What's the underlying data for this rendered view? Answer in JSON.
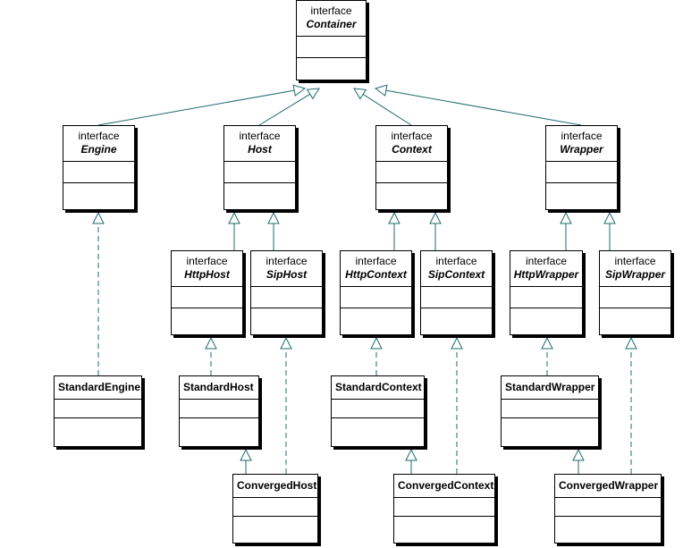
{
  "colors": {
    "line": "#1f6b6b",
    "border": "#000000",
    "fill": "#ffffff"
  },
  "classes": {
    "container": {
      "stereotype": "interface",
      "name": "Container"
    },
    "engine": {
      "stereotype": "interface",
      "name": "Engine"
    },
    "host": {
      "stereotype": "interface",
      "name": "Host"
    },
    "context": {
      "stereotype": "interface",
      "name": "Context"
    },
    "wrapper": {
      "stereotype": "interface",
      "name": "Wrapper"
    },
    "http_host": {
      "stereotype": "interface",
      "name": "HttpHost"
    },
    "sip_host": {
      "stereotype": "interface",
      "name": "SipHost"
    },
    "http_context": {
      "stereotype": "interface",
      "name": "HttpContext"
    },
    "sip_context": {
      "stereotype": "interface",
      "name": "SipContext"
    },
    "http_wrapper": {
      "stereotype": "interface",
      "name": "HttpWrapper"
    },
    "sip_wrapper": {
      "stereotype": "interface",
      "name": "SipWrapper"
    },
    "standard_engine": {
      "name": "StandardEngine"
    },
    "standard_host": {
      "name": "StandardHost"
    },
    "standard_context": {
      "name": "StandardContext"
    },
    "standard_wrapper": {
      "name": "StandardWrapper"
    },
    "converged_host": {
      "name": "ConvergedHost"
    },
    "converged_context": {
      "name": "ConvergedContext"
    },
    "converged_wrapper": {
      "name": "ConvergedWrapper"
    }
  },
  "relations": [
    {
      "from": "engine",
      "to": "container",
      "kind": "generalization"
    },
    {
      "from": "host",
      "to": "container",
      "kind": "generalization"
    },
    {
      "from": "context",
      "to": "container",
      "kind": "generalization"
    },
    {
      "from": "wrapper",
      "to": "container",
      "kind": "generalization"
    },
    {
      "from": "http_host",
      "to": "host",
      "kind": "generalization"
    },
    {
      "from": "sip_host",
      "to": "host",
      "kind": "generalization"
    },
    {
      "from": "http_context",
      "to": "context",
      "kind": "generalization"
    },
    {
      "from": "sip_context",
      "to": "context",
      "kind": "generalization"
    },
    {
      "from": "http_wrapper",
      "to": "wrapper",
      "kind": "generalization"
    },
    {
      "from": "sip_wrapper",
      "to": "wrapper",
      "kind": "generalization"
    },
    {
      "from": "standard_engine",
      "to": "engine",
      "kind": "realization"
    },
    {
      "from": "standard_host",
      "to": "http_host",
      "kind": "realization"
    },
    {
      "from": "standard_context",
      "to": "http_context",
      "kind": "realization"
    },
    {
      "from": "standard_wrapper",
      "to": "http_wrapper",
      "kind": "realization"
    },
    {
      "from": "converged_host",
      "to": "standard_host",
      "kind": "generalization"
    },
    {
      "from": "converged_context",
      "to": "standard_context",
      "kind": "generalization"
    },
    {
      "from": "converged_wrapper",
      "to": "standard_wrapper",
      "kind": "generalization"
    },
    {
      "from": "converged_host",
      "to": "sip_host",
      "kind": "realization"
    },
    {
      "from": "converged_context",
      "to": "sip_context",
      "kind": "realization"
    },
    {
      "from": "converged_wrapper",
      "to": "sip_wrapper",
      "kind": "realization"
    }
  ]
}
